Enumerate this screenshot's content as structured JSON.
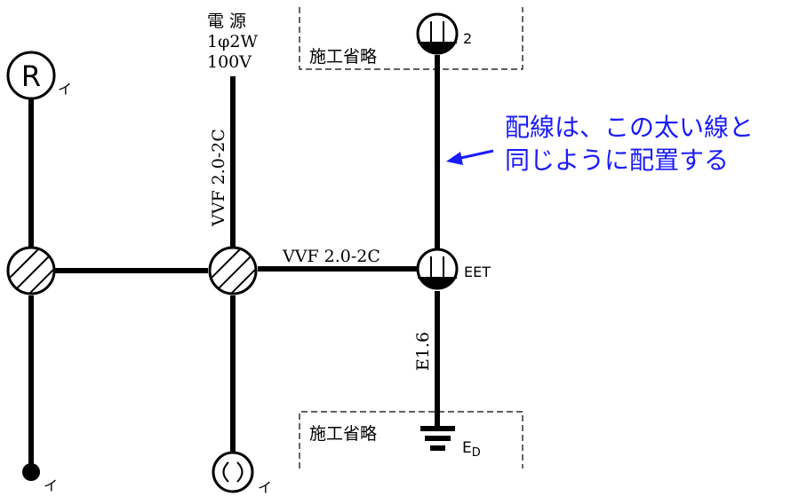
{
  "power_source": {
    "label": "電 源",
    "spec": "1φ2W",
    "voltage": "100V"
  },
  "cables": {
    "feed_vertical": "VVF 2.0-2C",
    "feed_horizontal": "VVF 2.0-2C",
    "ground_wire": "E1.6"
  },
  "devices": {
    "lamp_r_symbol": "R",
    "lamp_r_label": "イ",
    "pilot_label": "イ",
    "outlet_label": "イ",
    "outlet_top_label": "2",
    "outlet_eet_label": "EET",
    "ground_label": "E",
    "ground_subscript": "D"
  },
  "omitted_regions": {
    "top": "施工省略",
    "bottom": "施工省略"
  },
  "annotation": {
    "line1": "配線は、この太い線と",
    "line2": "同じように配置する",
    "color": "#1a1aff"
  }
}
